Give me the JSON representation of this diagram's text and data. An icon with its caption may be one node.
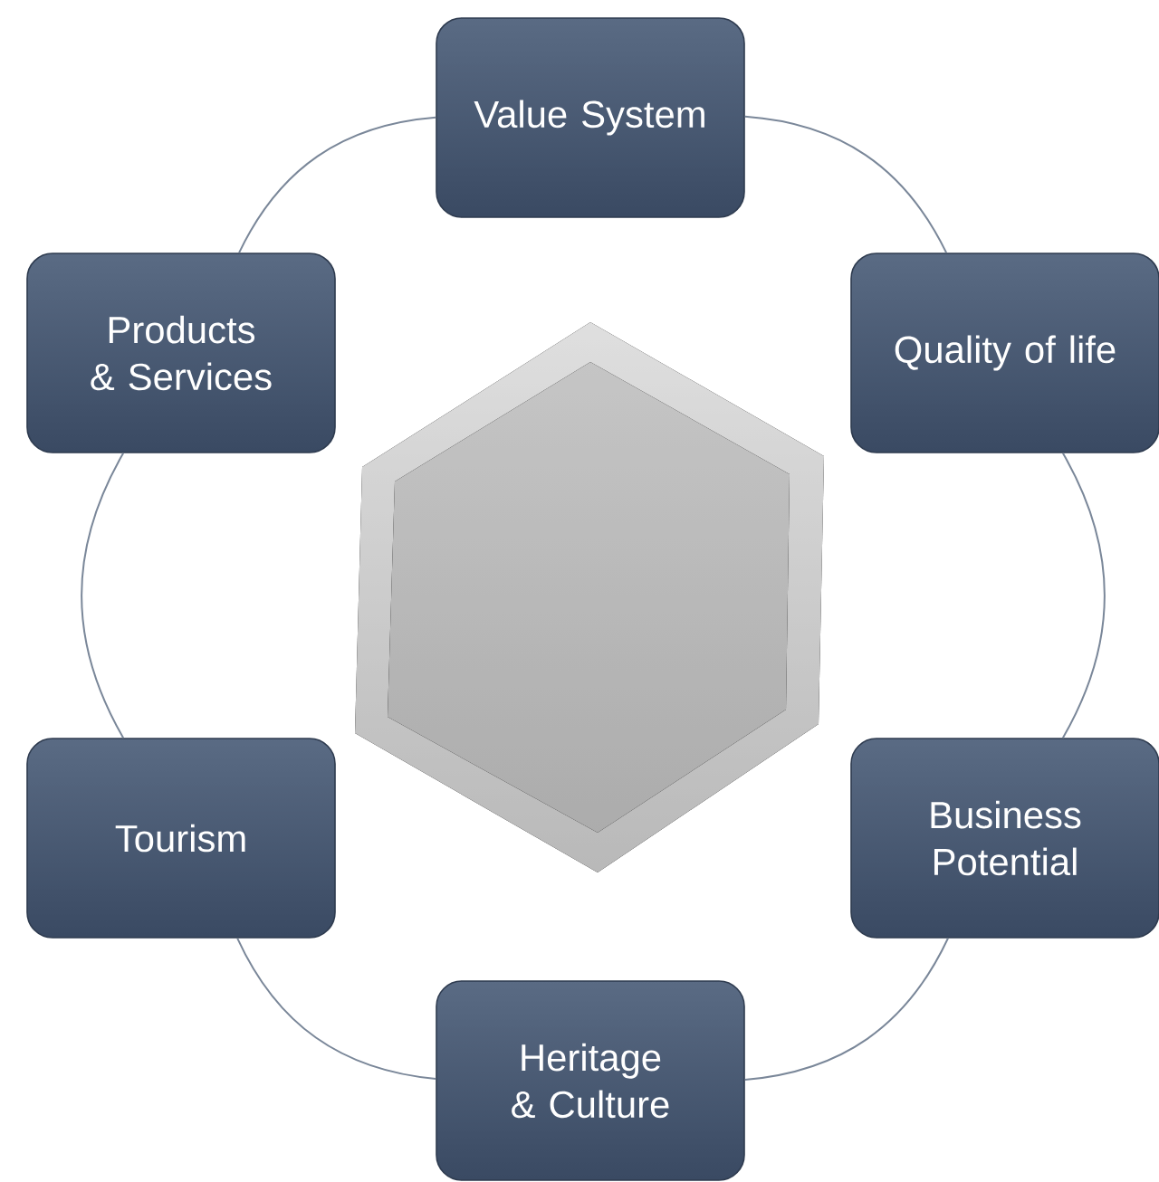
{
  "diagram": {
    "nodes": [
      {
        "text": [
          "Value System"
        ]
      },
      {
        "text": [
          "Products & Services"
        ]
      },
      {
        "text": [
          "Quality of life"
        ]
      },
      {
        "text": [
          "Tourism"
        ]
      },
      {
        "text": [
          "Business Potential"
        ]
      },
      {
        "text": [
          "Heritage & Culture"
        ]
      }
    ],
    "edges": [
      {
        "from": 0,
        "to": 2,
        "arrow": "none"
      },
      {
        "from": 2,
        "to": 4,
        "arrow": "none"
      },
      {
        "from": 4,
        "to": 5,
        "arrow": "none"
      },
      {
        "from": 5,
        "to": 3,
        "arrow": "none"
      },
      {
        "from": 3,
        "to": 1,
        "arrow": "none"
      },
      {
        "from": 1,
        "to": 0,
        "arrow": "none"
      }
    ]
  }
}
